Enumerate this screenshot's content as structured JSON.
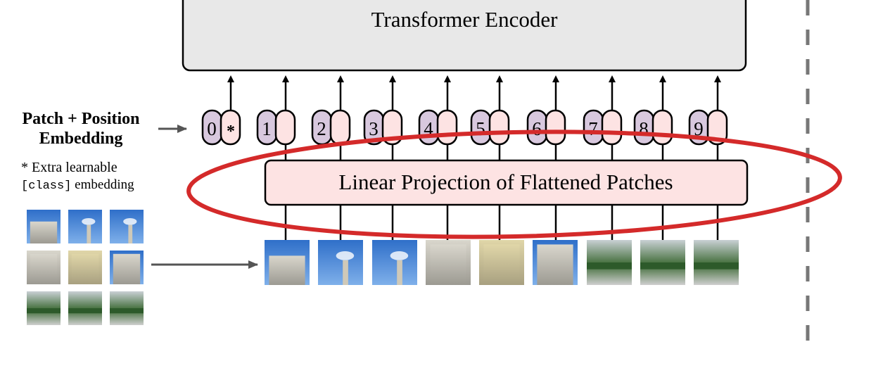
{
  "encoder": {
    "label": "Transformer Encoder"
  },
  "embedding_label": {
    "line1": "Patch + Position",
    "line2": "Embedding"
  },
  "note": {
    "line1": "* Extra learnable",
    "code": "[class]",
    "line2_rest": " embedding"
  },
  "tokens": [
    {
      "pos": "0",
      "patch": "*"
    },
    {
      "pos": "1",
      "patch": ""
    },
    {
      "pos": "2",
      "patch": ""
    },
    {
      "pos": "3",
      "patch": ""
    },
    {
      "pos": "4",
      "patch": ""
    },
    {
      "pos": "5",
      "patch": ""
    },
    {
      "pos": "6",
      "patch": ""
    },
    {
      "pos": "7",
      "patch": ""
    },
    {
      "pos": "8",
      "patch": ""
    },
    {
      "pos": "9",
      "patch": ""
    }
  ],
  "projection": {
    "label": "Linear Projection of Flattened Patches"
  },
  "colors": {
    "position": "#d8c8de",
    "patch": "#fde3e3",
    "encoder": "#e8e8e8",
    "highlight": "#d42a2a",
    "divider": "#777777"
  }
}
